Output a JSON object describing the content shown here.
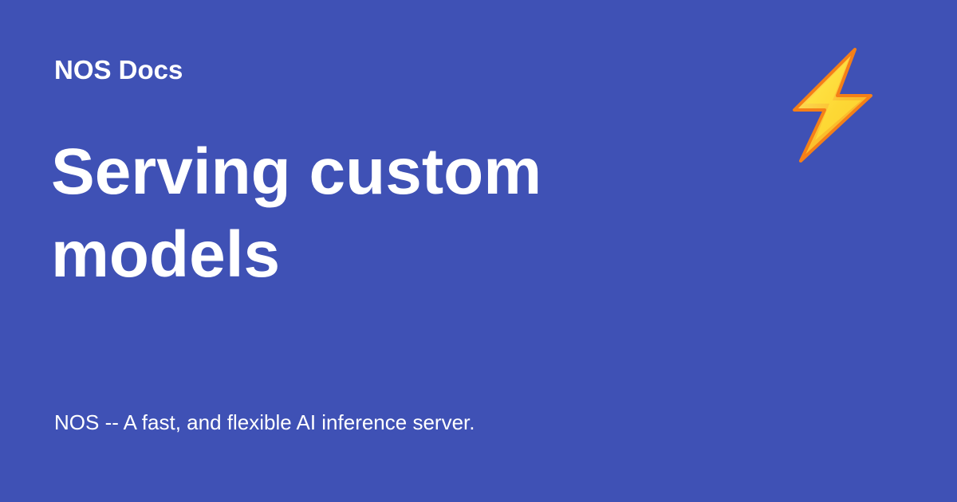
{
  "site": {
    "name": "NOS Docs"
  },
  "page": {
    "title": "Serving custom models",
    "description": "NOS -- A fast, and flexible AI inference server."
  },
  "icon": {
    "name": "lightning-bolt-icon",
    "fill_color": "#fbc02d",
    "highlight_color": "#ffeb3b",
    "outline_color": "#f57f17"
  },
  "theme": {
    "background": "#3f51b5",
    "text": "#ffffff"
  }
}
